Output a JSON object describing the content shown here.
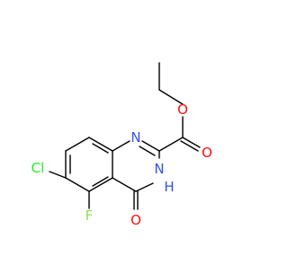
{
  "molecule": {
    "atoms": {
      "n1": "N",
      "n3": "N",
      "n3_h": "H",
      "o_carbonyl": "O",
      "o_ester_carbonyl": "O",
      "o_ester_ether": "O",
      "cl": "Cl",
      "f": "F"
    }
  },
  "colors": {
    "bond": "#000000",
    "nitrogen": "#3050F8",
    "oxygen": "#FF0D0D",
    "chlorine": "#1FF01F",
    "fluorine": "#90E050"
  }
}
